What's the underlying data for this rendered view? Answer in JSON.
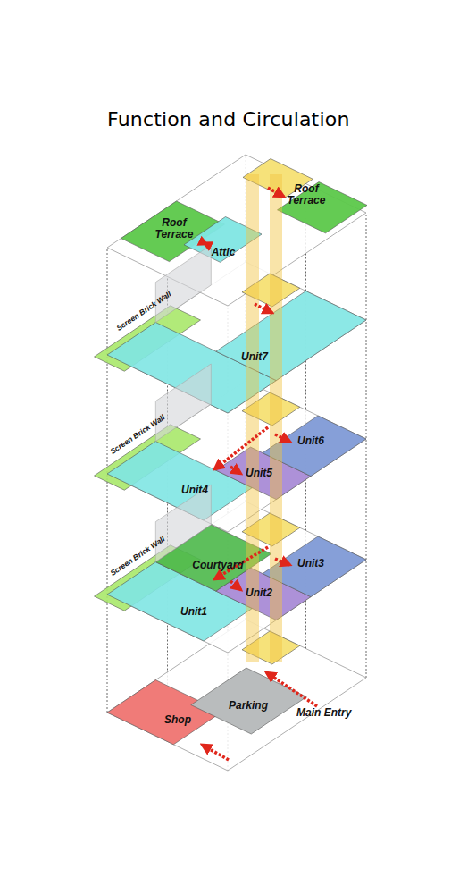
{
  "diagram": {
    "title": "Function and Circulation",
    "nodes": [
      {
        "text": [
          "Roof Terrace"
        ]
      },
      {
        "text": [
          "Roof Terrace"
        ]
      },
      {
        "text": [
          "Attic"
        ]
      },
      {
        "text": [
          "Unit7"
        ]
      },
      {
        "text": [
          "Unit6"
        ]
      },
      {
        "text": [
          "Unit5"
        ]
      },
      {
        "text": [
          "Unit4"
        ]
      },
      {
        "text": [
          "Courtyard"
        ]
      },
      {
        "text": [
          "Unit3"
        ]
      },
      {
        "text": [
          "Unit2"
        ]
      },
      {
        "text": [
          "Unit1"
        ]
      },
      {
        "text": [
          "Shop"
        ]
      },
      {
        "text": [
          "Parking"
        ]
      }
    ],
    "edges": [
      {
        "from": 1,
        "to": 2,
        "arrow": "both"
      }
    ],
    "labels": [
      "Screen Brick Wall",
      "Screen Brick Wall",
      "Screen Brick Wall",
      "Main Entry"
    ]
  }
}
